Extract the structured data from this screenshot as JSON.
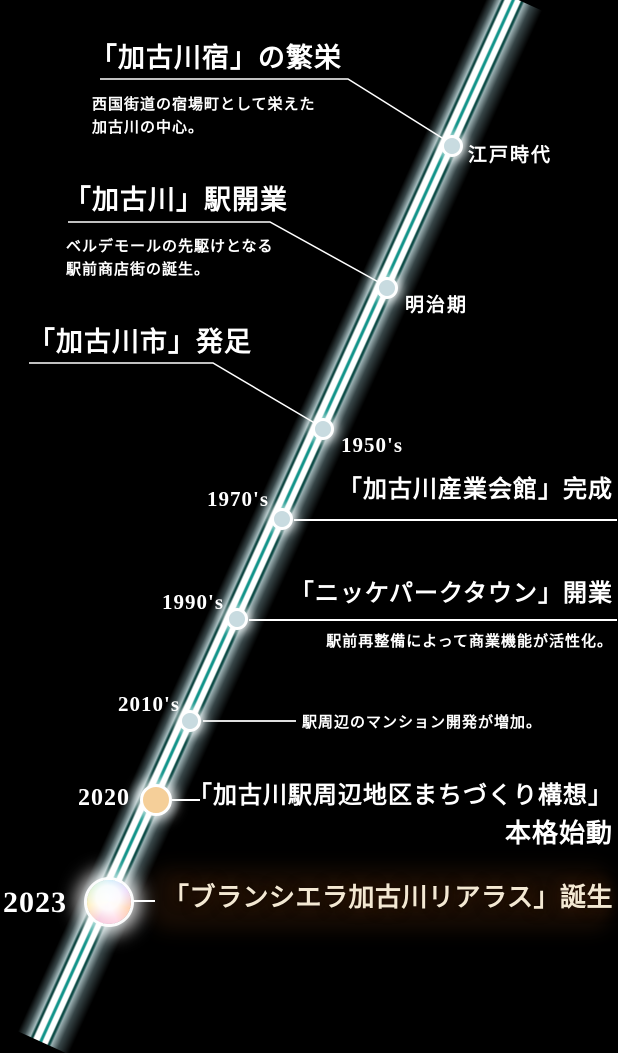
{
  "colors": {
    "background": "#000000",
    "band_teal": "#12948a",
    "band_haze": "#cde9ec",
    "node_fill": "#c8dbe0",
    "node_2020_fill": "#f5cf99",
    "text_default": "#ffffff",
    "text_2023": "#f3e8d3"
  },
  "events": [
    {
      "id": "edo",
      "era": "江戸時代",
      "title": "「加古川宿」の繁栄",
      "desc_line1": "西国街道の宿場町として栄えた",
      "desc_line2": "加古川の中心。"
    },
    {
      "id": "meiji",
      "era": "明治期",
      "title": "「加古川」駅開業",
      "desc_line1": "ベルデモールの先駆けとなる",
      "desc_line2": "駅前商店街の誕生。"
    },
    {
      "id": "1950s",
      "era": "1950's",
      "title": "「加古川市」発足"
    },
    {
      "id": "1970s",
      "era": "1970's",
      "title": "「加古川産業会館」完成"
    },
    {
      "id": "1990s",
      "era": "1990's",
      "title": "「ニッケパークタウン」開業",
      "desc_line1": "駅前再整備によって商業機能が活性化。"
    },
    {
      "id": "2010s",
      "era": "2010's",
      "desc_line1": "駅周辺のマンション開発が増加。"
    },
    {
      "id": "2020",
      "era": "2020",
      "title": "「加古川駅周辺地区まちづくり構想」",
      "title_line2": "本格始動"
    },
    {
      "id": "2023",
      "era": "2023",
      "title": "「ブランシエラ加古川リアラス」誕生"
    }
  ]
}
